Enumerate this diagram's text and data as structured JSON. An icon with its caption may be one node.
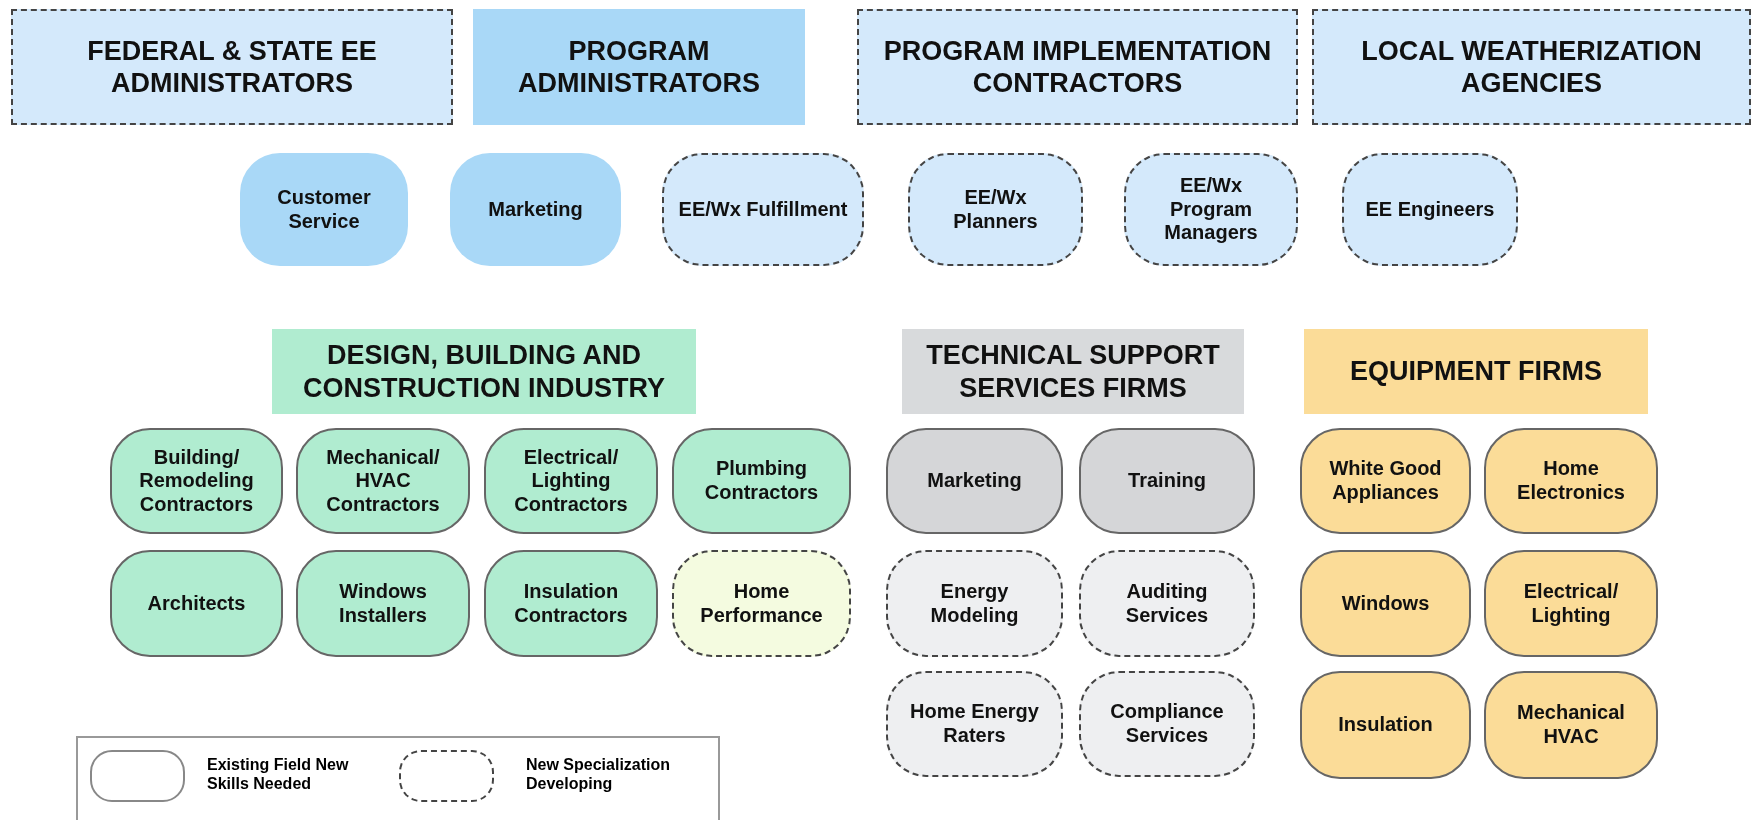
{
  "diagram": {
    "nodes": [
      {
        "text": [
          "FEDERAL & STATE EE ADMINISTRATORS"
        ]
      },
      {
        "text": [
          "PROGRAM ADMINISTRATORS"
        ]
      },
      {
        "text": [
          "PROGRAM IMPLEMENTATION CONTRACTORS"
        ]
      },
      {
        "text": [
          "LOCAL WEATHERIZATION AGENCIES"
        ]
      },
      {
        "text": [
          "Customer Service"
        ]
      },
      {
        "text": [
          "Marketing"
        ]
      },
      {
        "text": [
          "EE/Wx Fulfillment"
        ]
      },
      {
        "text": [
          "EE/Wx Planners"
        ]
      },
      {
        "text": [
          "EE/Wx Program Managers"
        ]
      },
      {
        "text": [
          "EE Engineers"
        ]
      },
      {
        "text": [
          "DESIGN, BUILDING AND CONSTRUCTION INDUSTRY"
        ]
      },
      {
        "text": [
          "Building/ Remodeling Contractors"
        ]
      },
      {
        "text": [
          "Mechanical/ HVAC Contractors"
        ]
      },
      {
        "text": [
          "Electrical/ Lighting Contractors"
        ]
      },
      {
        "text": [
          "Plumbing Contractors"
        ]
      },
      {
        "text": [
          "Architects"
        ]
      },
      {
        "text": [
          "Windows Installers"
        ]
      },
      {
        "text": [
          "Insulation Contractors"
        ]
      },
      {
        "text": [
          "Home Performance"
        ]
      },
      {
        "text": [
          "TECHNICAL SUPPORT SERVICES FIRMS"
        ]
      },
      {
        "text": [
          "Marketing"
        ]
      },
      {
        "text": [
          "Training"
        ]
      },
      {
        "text": [
          "Energy Modeling"
        ]
      },
      {
        "text": [
          "Auditing Services"
        ]
      },
      {
        "text": [
          "Home Energy Raters"
        ]
      },
      {
        "text": [
          "Compliance Services"
        ]
      },
      {
        "text": [
          "EQUIPMENT FIRMS"
        ]
      },
      {
        "text": [
          "White Good Appliances"
        ]
      },
      {
        "text": [
          "Home Electronics"
        ]
      },
      {
        "text": [
          "Windows"
        ]
      },
      {
        "text": [
          "Electrical/ Lighting"
        ]
      },
      {
        "text": [
          "Insulation"
        ]
      },
      {
        "text": [
          "Mechanical HVAC"
        ]
      }
    ],
    "edges": [],
    "legend": [
      {
        "text": "Existing Field New Skills Needed"
      },
      {
        "text": "New Specialization Developing"
      }
    ]
  }
}
